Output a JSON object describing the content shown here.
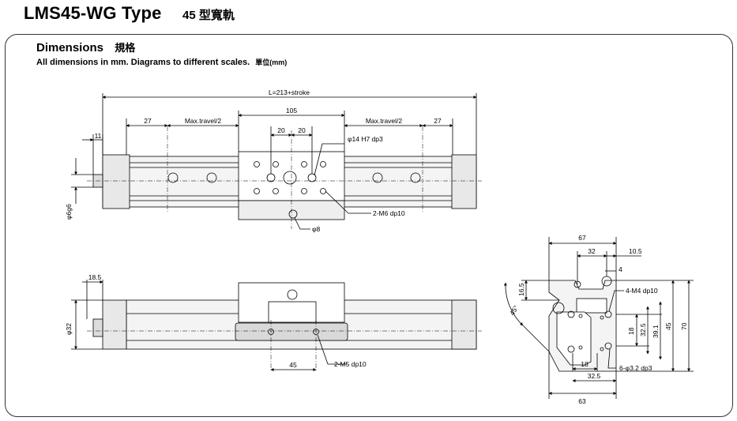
{
  "header": {
    "model": "LMS45-WG Type",
    "model_cn": "45 型寬軌"
  },
  "section": {
    "title": "Dimensions",
    "title_cn": "規格",
    "note": "All dimensions in mm. Diagrams to different scales.",
    "unit_note": "單位(mm)"
  },
  "top_view": {
    "overall_length": "L=213+stroke",
    "carriage_width": "105",
    "end_offset_left": "27",
    "end_offset_right": "27",
    "travel_left": "Max.travel/2",
    "travel_right": "Max.travel/2",
    "hole_pitch_a": "20",
    "hole_pitch_b": "20",
    "end_cap": "11",
    "shaft_dia": "φ6g6",
    "pin_hole": "φ14 H7 dp3",
    "tapped_holes": "2-M6 dp10",
    "bottom_hole": "φ8"
  },
  "side_view": {
    "end_cap": "18.5",
    "height": "φ32",
    "hole_pitch": "45",
    "tapped_holes": "2-M5 dp10"
  },
  "end_view": {
    "width": "67",
    "slot_pitch": "32",
    "slot_offset": "10.5",
    "slot_width": "4",
    "slot_depth": "16.5",
    "angle": "45°",
    "tapped_holes": "4-M4 dp10",
    "h18": "18",
    "h32_5": "32.5",
    "h39_1": "39.1",
    "h45": "45",
    "h70": "70",
    "w18": "18",
    "w32_5": "32.5",
    "w63": "63",
    "mount_holes": "6-φ3.2 dp3"
  }
}
